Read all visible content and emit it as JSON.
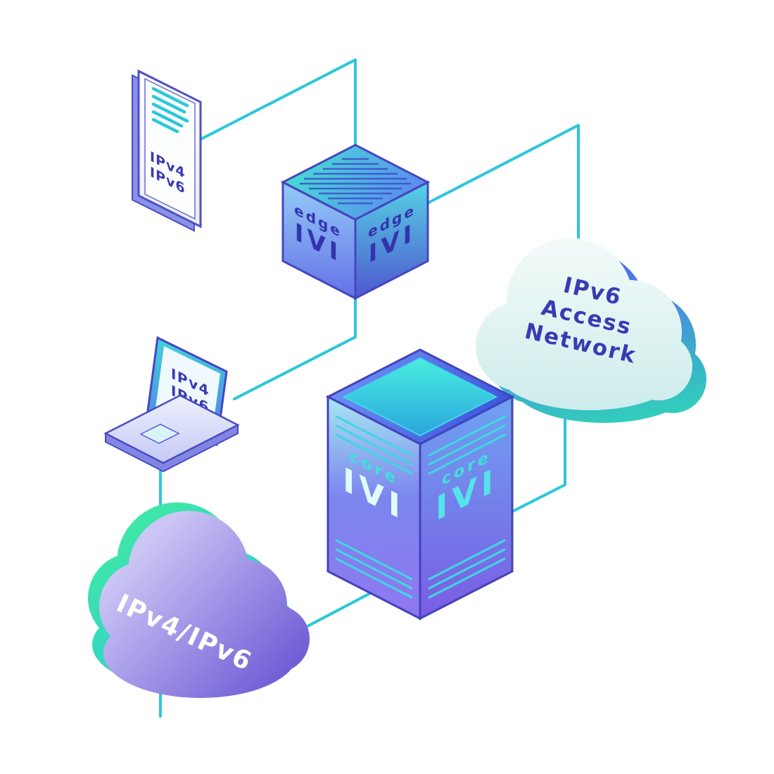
{
  "diagram": {
    "connector_color": "#2bc7d9",
    "text_colors": {
      "indigo": "#3a3ab2",
      "teal": "#3fe0d8",
      "white": "#ffffff"
    },
    "phone": {
      "line1": "IPv4",
      "line2": "IPv6"
    },
    "laptop": {
      "line1": "IPv4",
      "line2": "IPv6"
    },
    "edge_router": {
      "left_label": "edge",
      "left_logo": "IVI",
      "right_label": "edge",
      "right_logo": "IVI"
    },
    "core_router": {
      "left_label": "core",
      "left_logo": "IVI",
      "right_label": "core",
      "right_logo": "IVI"
    },
    "access_cloud": {
      "line1": "IPv6",
      "line2": "Access",
      "line3": "Network"
    },
    "dual_stack_cloud": {
      "label": "IPv4/IPv6"
    }
  }
}
